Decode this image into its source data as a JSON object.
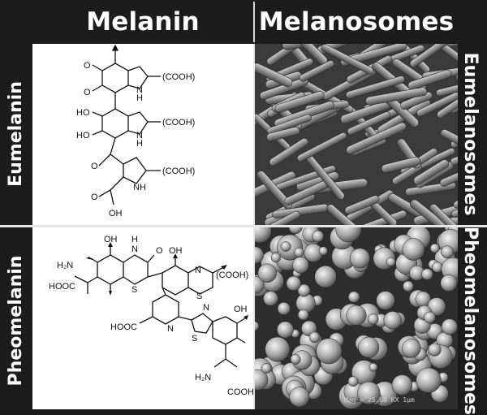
{
  "headers": {
    "melanin": "Melanin",
    "melanosomes": "Melanosomes"
  },
  "rows": {
    "eumelanin": "Eumelanin",
    "eumelanosomes": "Eumelanosomes",
    "pheomelanin": "Pheomelanin",
    "pheomelanosomes": "Pheomelanosomes"
  },
  "eumelanin_structure": {
    "o1": "O",
    "o2": "O",
    "cooh1": "(COOH)",
    "nh1": "N",
    "h1": "H",
    "ho1": "HO",
    "ho2": "HO",
    "cooh2": "(COOH)",
    "nh2": "N",
    "h2": "H",
    "o3": "O",
    "cooh3": "(COOH)",
    "nh3": "N",
    "h3": "H",
    "o4": "O",
    "oh1": "OH"
  },
  "pheomelanin_structure": {
    "oh1": "OH",
    "h_top": "H",
    "n_top": "N",
    "o_top": "O",
    "oh2": "OH",
    "h2n1": "H₂N",
    "hooc1": "HOOC",
    "s1": "S",
    "n_mid": "N",
    "cooh1": "(COOH)",
    "s2": "S",
    "hooc2": "HOOC",
    "n_low": "N",
    "n_btz": "N",
    "oh3": "OH",
    "s3": "S",
    "h2n2": "H₂N",
    "cooh2": "COOH"
  },
  "micrograph_labels": {
    "bottom_footer": "Mag = 25.00 KX      1μm"
  }
}
